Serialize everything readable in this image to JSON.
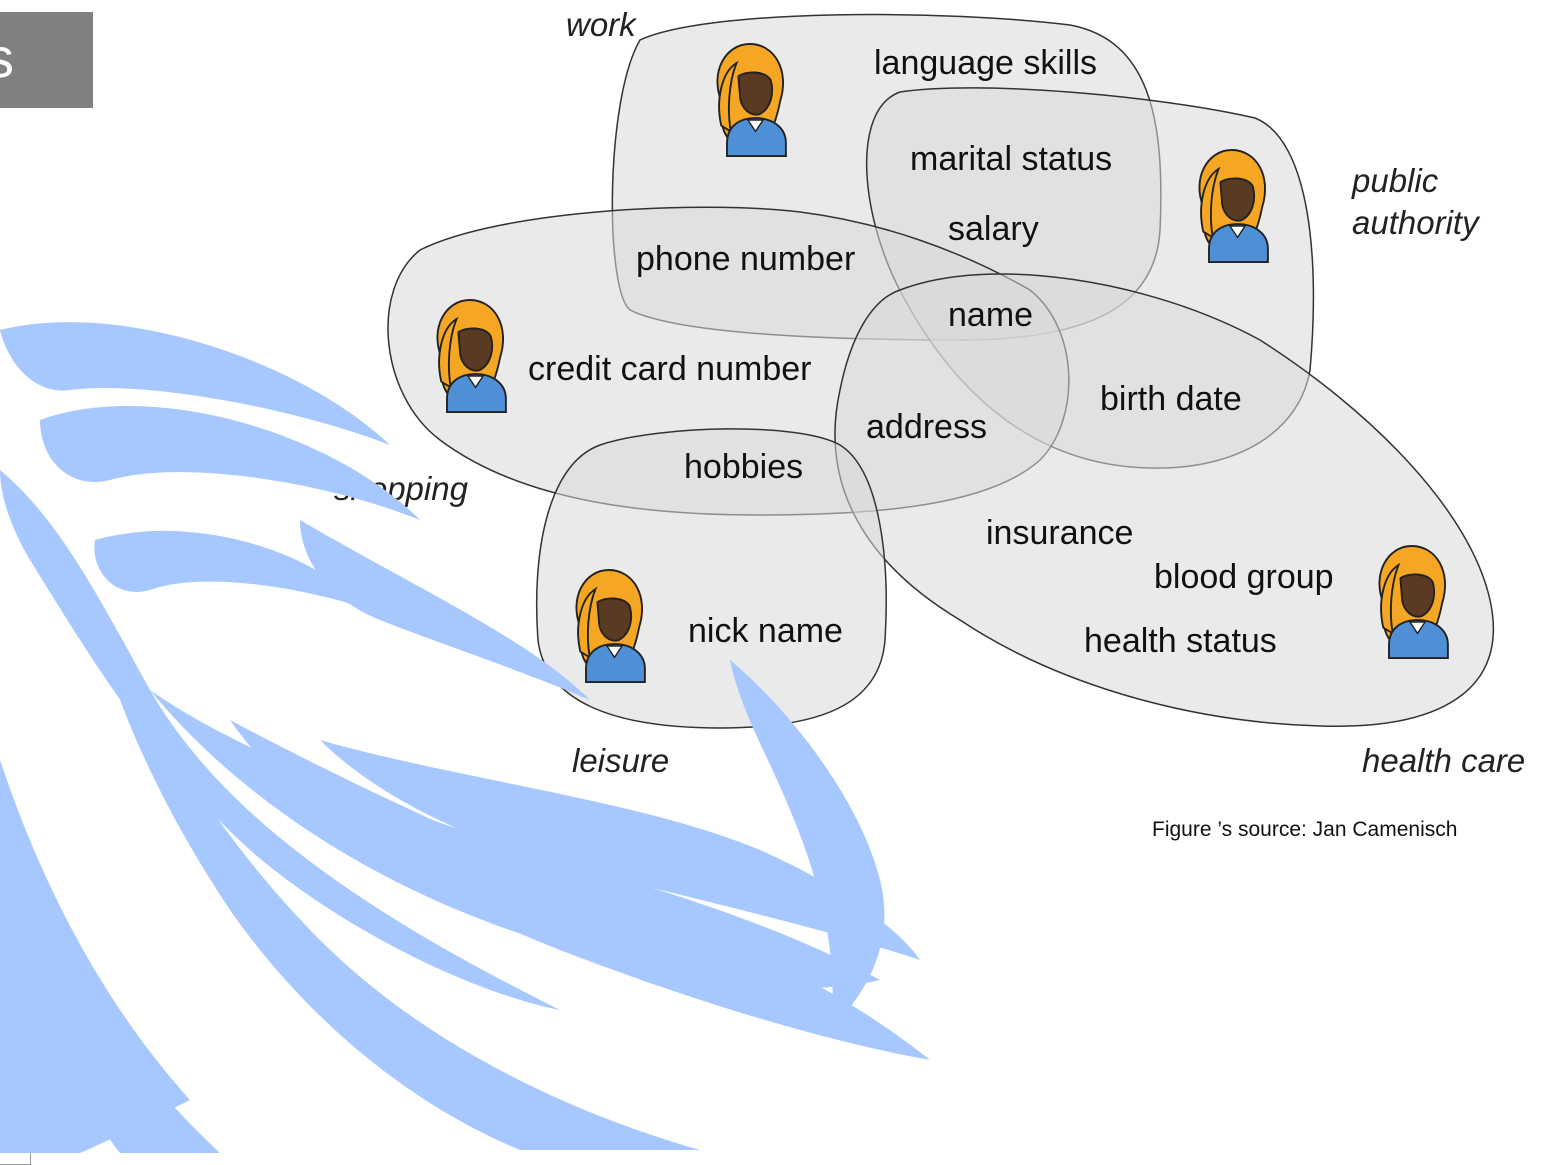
{
  "header": {
    "title_fragment": "s"
  },
  "colors": {
    "ellipse_fill": "#d8d8d8",
    "ellipse_stroke": "#333333",
    "watermark": "#a7c8ff",
    "hair": "#f5a623",
    "face": "#5a3a22",
    "shirt": "#4f8fd6",
    "title_box": "#808080"
  },
  "contexts": {
    "work": "work",
    "public_authority_line1": "public",
    "public_authority_line2": "authority",
    "shopping": "shopping",
    "leisure": "leisure",
    "health_care": "health care"
  },
  "attributes": {
    "language_skills": "language skills",
    "marital_status": "marital status",
    "salary": "salary",
    "phone_number": "phone number",
    "name": "name",
    "credit_card_number": "credit card number",
    "birth_date": "birth date",
    "address": "address",
    "hobbies": "hobbies",
    "insurance": "insurance",
    "blood_group": "blood group",
    "nick_name": "nick name",
    "health_status": "health status"
  },
  "figure_source": "Figure ’s source: Jan Camenisch",
  "icons": [
    "person-icon",
    "person-icon",
    "person-icon",
    "person-icon",
    "person-icon",
    "watermark-swirl-icon"
  ]
}
